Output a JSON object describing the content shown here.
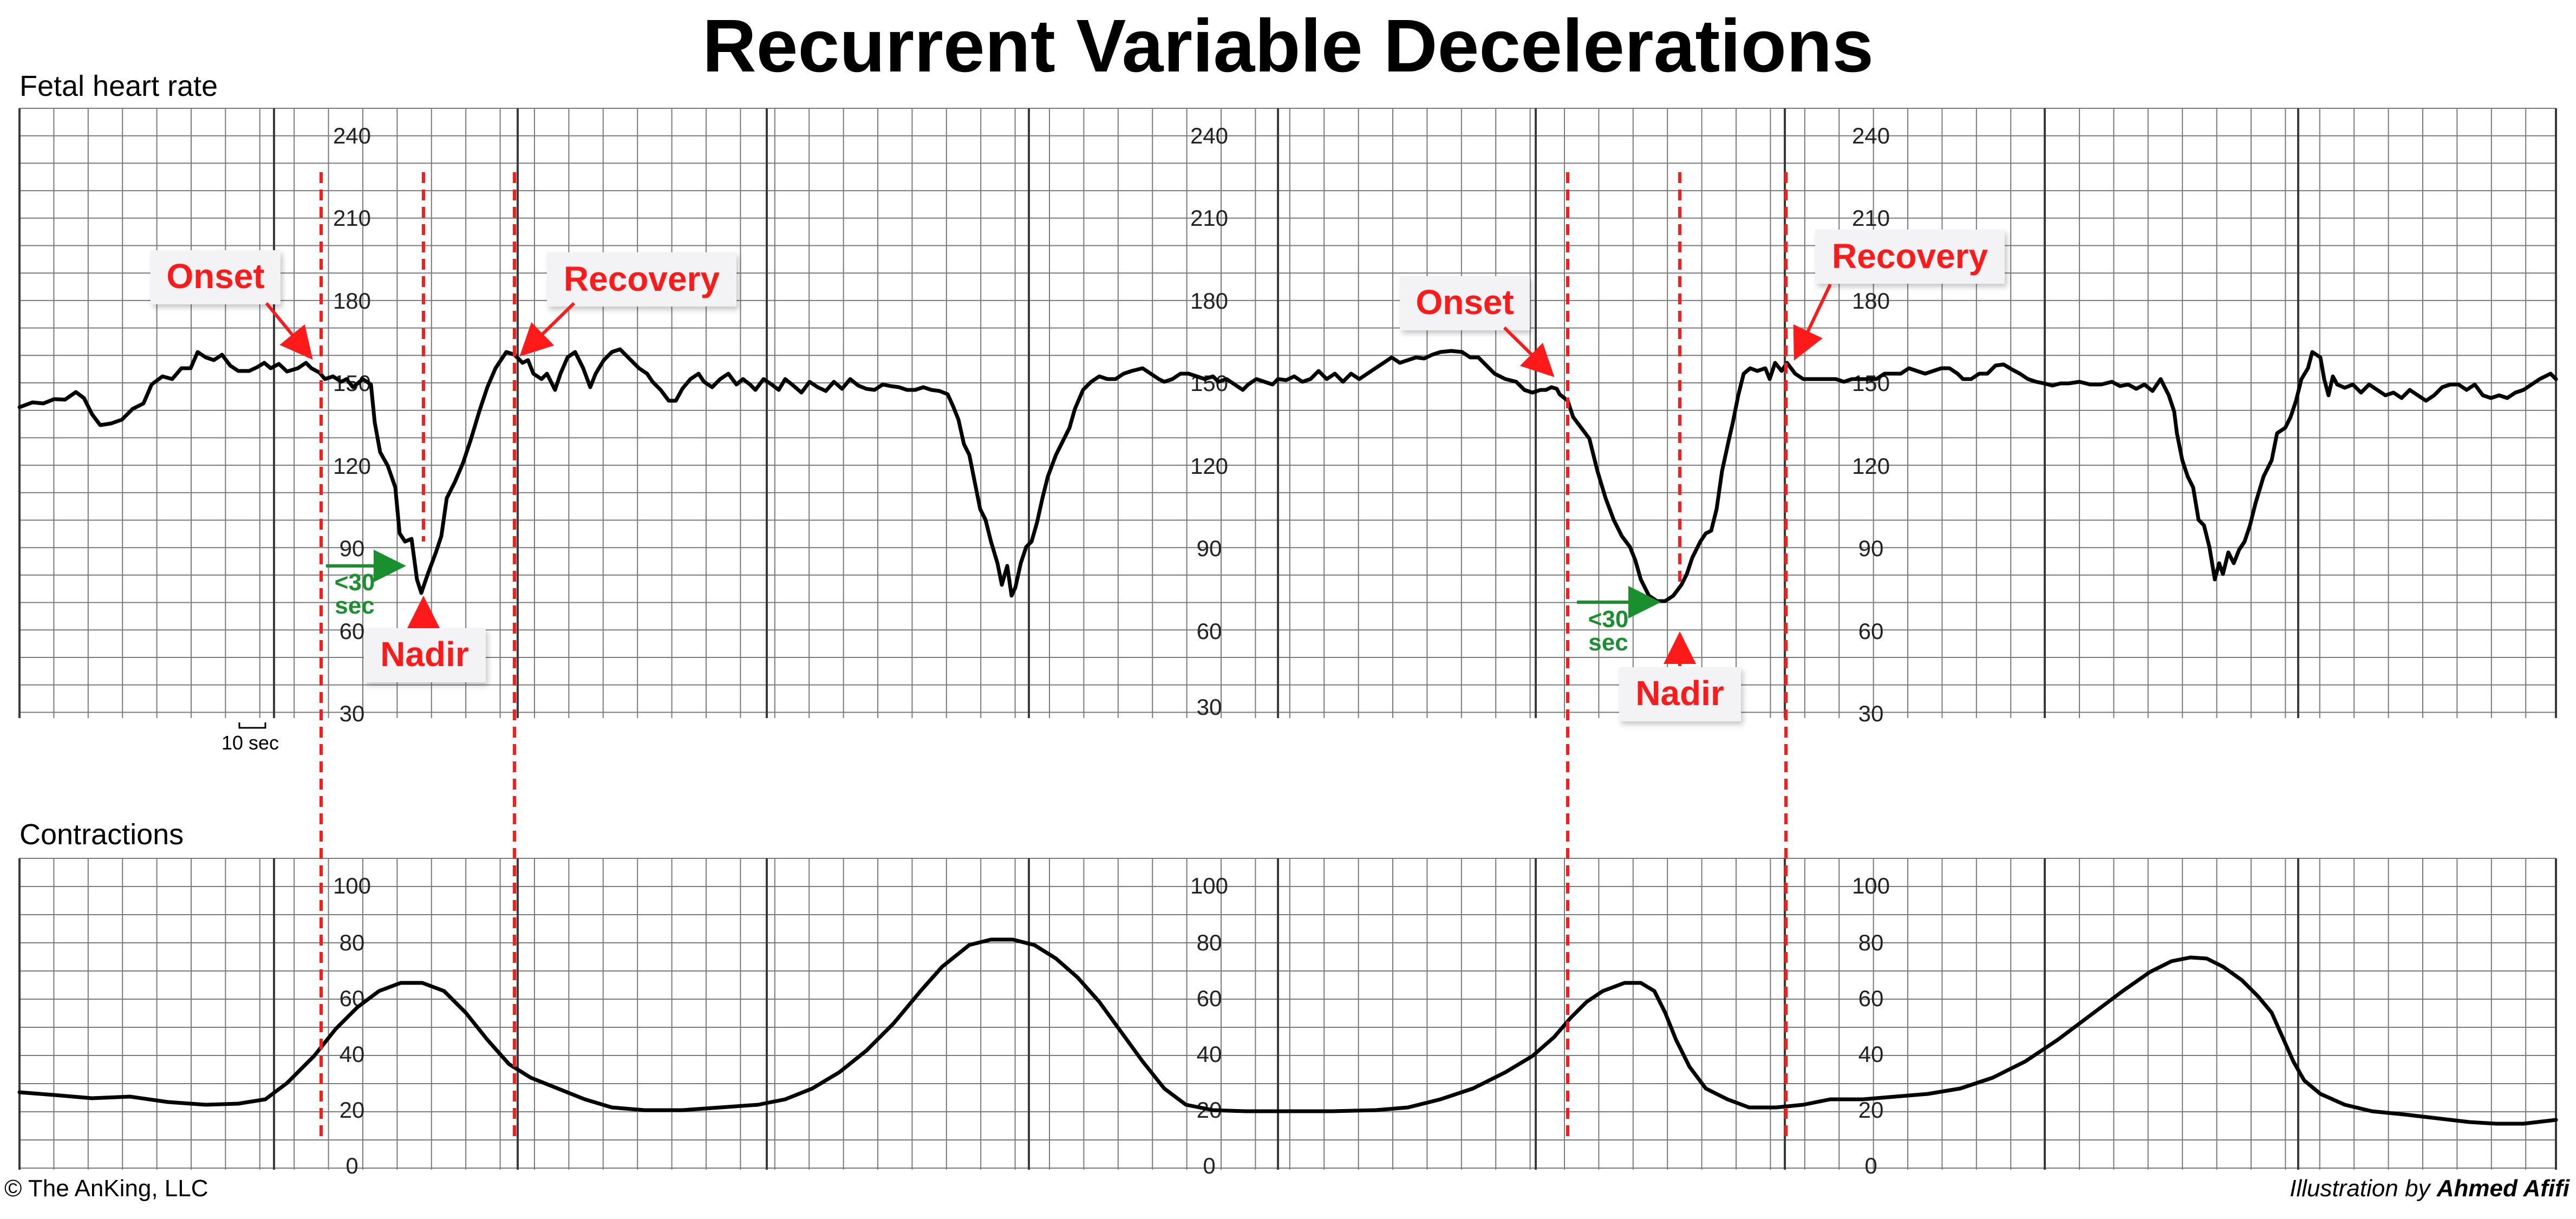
{
  "title": "Recurrent Variable Decelerations",
  "fhr_strip": {
    "label": "Fetal heart rate",
    "ticks": [
      "240",
      "210",
      "180",
      "150",
      "120",
      "90",
      "60",
      "30"
    ],
    "scale_bar_label": "10 sec"
  },
  "contraction_strip": {
    "label": "Contractions",
    "ticks": [
      "100",
      "80",
      "60",
      "40",
      "20",
      "0"
    ]
  },
  "annotations": {
    "onset": "Onset",
    "nadir": "Nadir",
    "recovery": "Recovery",
    "lt30_line1": "<30",
    "lt30_line2": "sec"
  },
  "colors": {
    "annotation_red": "#ff1a1a",
    "timing_green": "#1a8f2e",
    "trace": "#000000",
    "grid": "#7a7a7a"
  },
  "footer": {
    "copyright": "© The AnKing, LLC",
    "illustration_prefix": "Illustration by ",
    "illustrator": "Ahmed Afifi"
  }
}
